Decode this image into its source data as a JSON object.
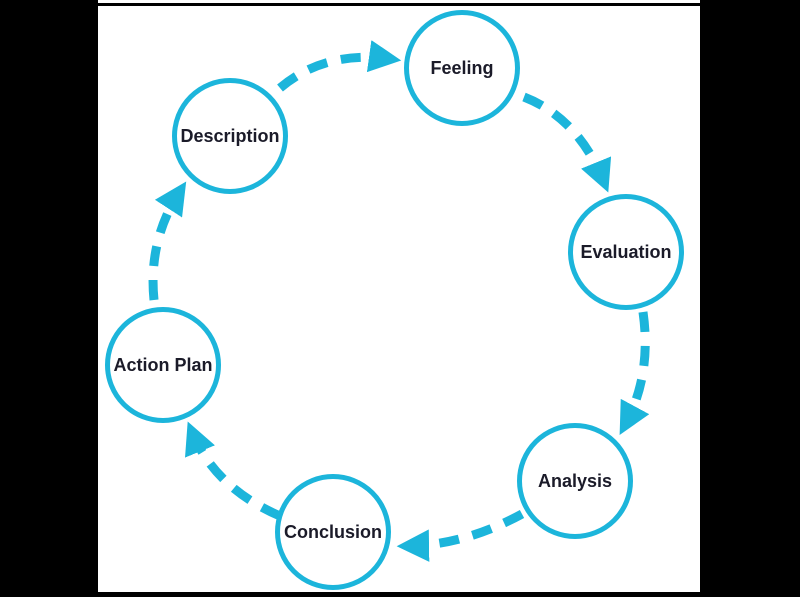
{
  "diagram": {
    "type": "cycle-diagram",
    "flow_direction": "clockwise",
    "accent_color": "#1cb5db",
    "node_fill_color": "#ffffff",
    "label_color": "#1b1b29",
    "frame_color": "#000000",
    "stages": [
      {
        "label": "Description"
      },
      {
        "label": "Feeling"
      },
      {
        "label": "Evaluation"
      },
      {
        "label": "Analysis"
      },
      {
        "label": "Conclusion"
      },
      {
        "label": "Action Plan"
      }
    ],
    "connections": [
      {
        "from": "Description",
        "to": "Feeling"
      },
      {
        "from": "Feeling",
        "to": "Evaluation"
      },
      {
        "from": "Evaluation",
        "to": "Analysis"
      },
      {
        "from": "Analysis",
        "to": "Conclusion"
      },
      {
        "from": "Conclusion",
        "to": "Action Plan"
      },
      {
        "from": "Action Plan",
        "to": "Description"
      }
    ]
  }
}
